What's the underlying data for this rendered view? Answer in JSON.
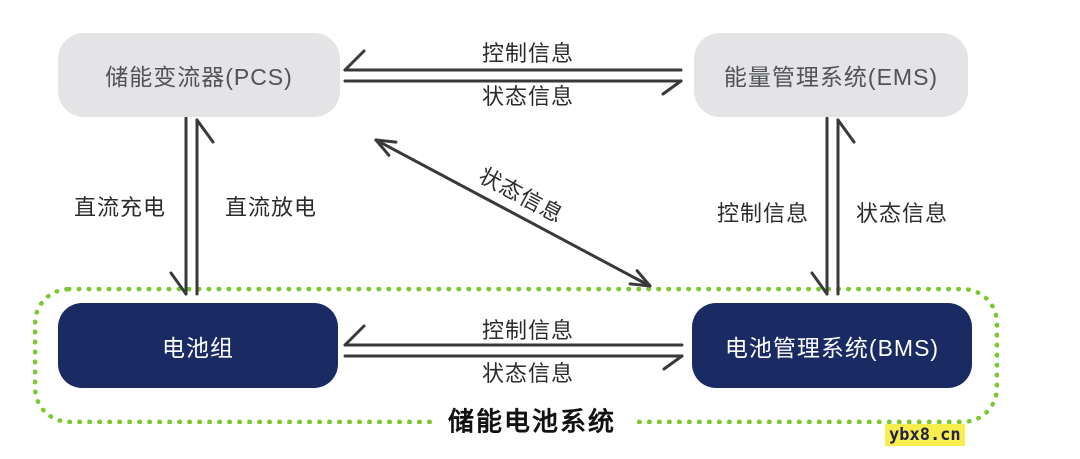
{
  "nodes": {
    "pcs": {
      "label": "储能变流器(PCS)"
    },
    "ems": {
      "label": "能量管理系统(EMS)"
    },
    "battery_pack": {
      "label": "电池组"
    },
    "bms": {
      "label": "电池管理系统(BMS)"
    }
  },
  "group": {
    "label": "储能电池系统"
  },
  "edges": {
    "ems_to_pcs": {
      "label": "控制信息"
    },
    "pcs_to_ems": {
      "label": "状态信息"
    },
    "pcs_to_battery": {
      "label": "直流充电"
    },
    "battery_to_pcs": {
      "label": "直流放电"
    },
    "ems_to_bms": {
      "label": "控制信息"
    },
    "bms_to_ems": {
      "label": "状态信息"
    },
    "bms_to_pcs_diagonal": {
      "label": "状态信息"
    },
    "bms_to_battery": {
      "label": "控制信息"
    },
    "battery_to_bms": {
      "label": "状态信息"
    }
  },
  "watermark": {
    "text": "ybx8.cn"
  },
  "colors": {
    "node_gray_bg": "#e4e4e6",
    "node_gray_text": "#4f5257",
    "node_navy_bg": "#1a2a63",
    "node_navy_text": "#ffffff",
    "arrow_line": "#39393b",
    "group_border_green": "#7cc830",
    "group_label_text": "#121214",
    "watermark_bg": "#f7ee4d"
  }
}
